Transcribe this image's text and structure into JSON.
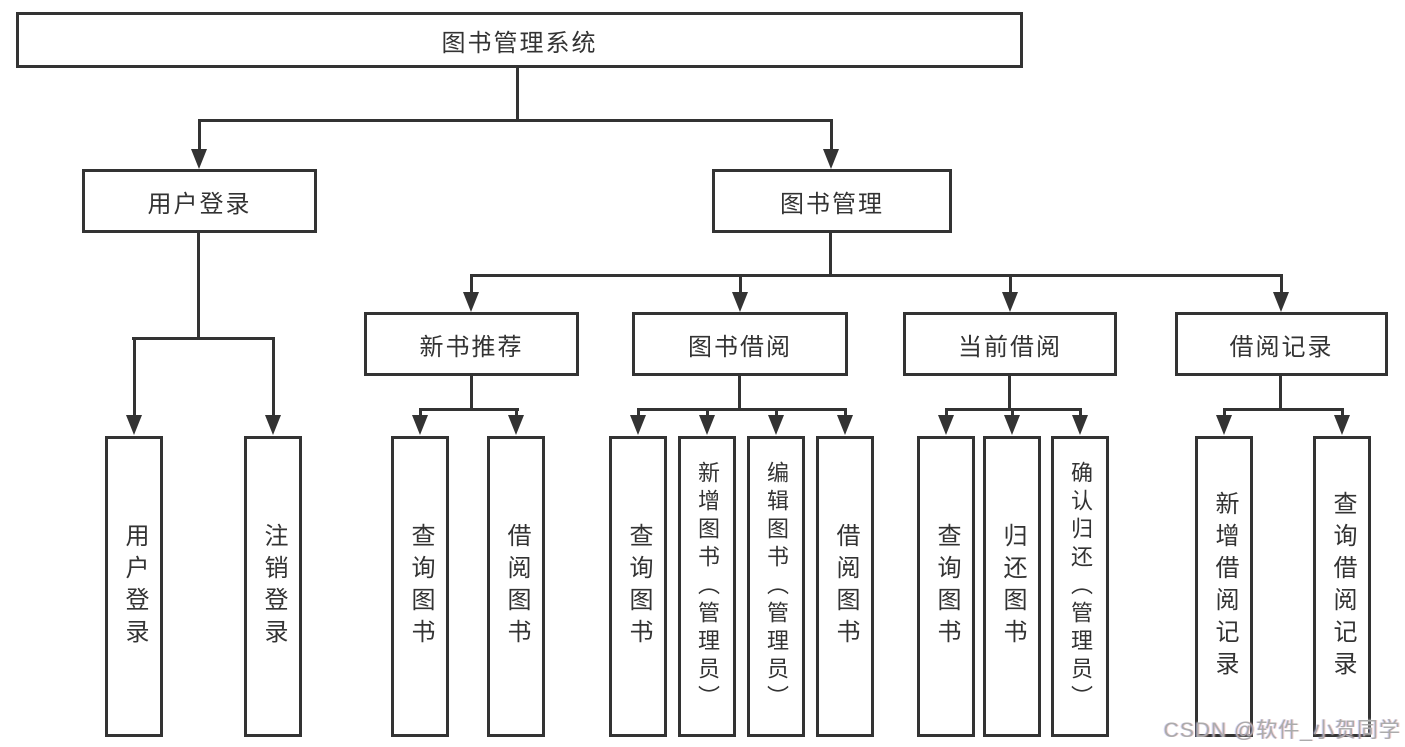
{
  "tree": {
    "root": "图书管理系统",
    "branches": [
      {
        "label": "用户登录",
        "children": [
          "用户登录",
          "注销登录"
        ]
      },
      {
        "label": "图书管理",
        "groups": [
          {
            "label": "新书推荐",
            "children": [
              "查询图书",
              "借阅图书"
            ]
          },
          {
            "label": "图书借阅",
            "children": [
              "查询图书",
              "新增图书（管理员）",
              "编辑图书（管理员）",
              "借阅图书"
            ]
          },
          {
            "label": "当前借阅",
            "children": [
              "查询图书",
              "归还图书",
              "确认归还（管理员）"
            ]
          },
          {
            "label": "借阅记录",
            "children": [
              "新增借阅记录",
              "查询借阅记录"
            ]
          }
        ]
      }
    ]
  },
  "watermark": "CSDN @软件_小贺同学",
  "colors": {
    "line": "#333333",
    "box_background": "#ffffff",
    "text": "#333333",
    "watermark": "#ababab"
  }
}
